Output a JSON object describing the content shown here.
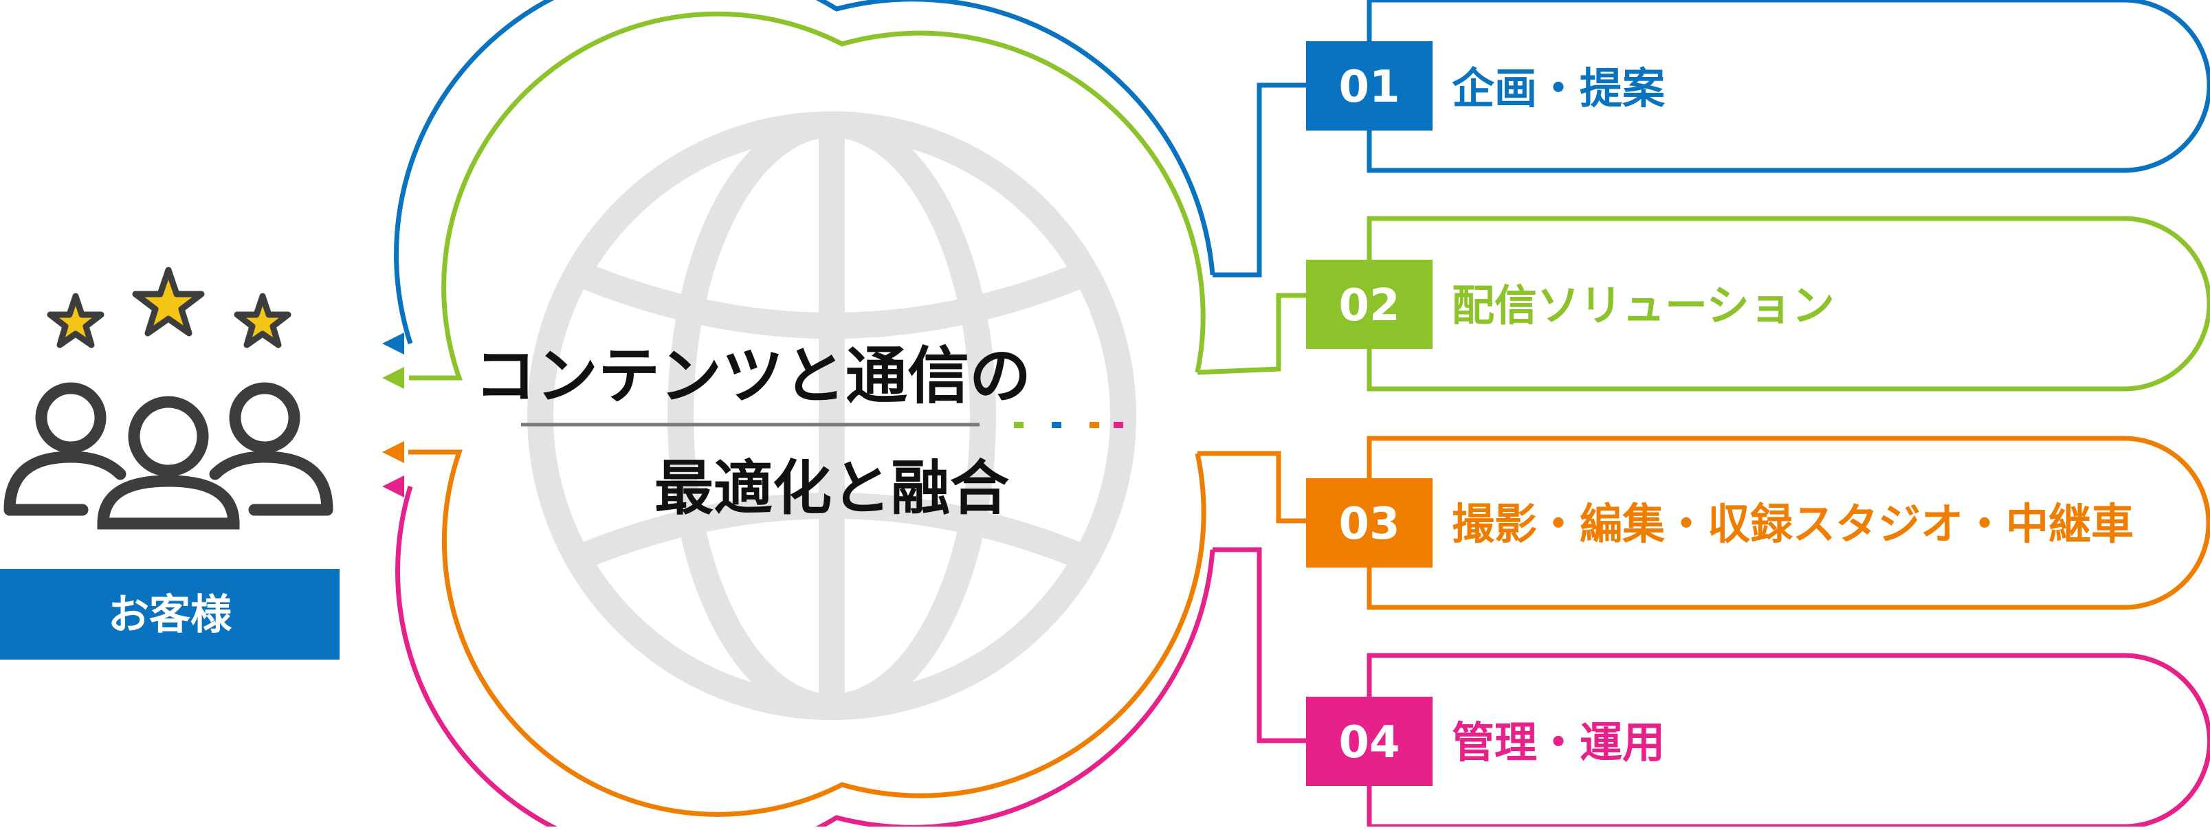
{
  "customer": {
    "label": "お客様"
  },
  "center": {
    "line1": "コンテンツと通信の",
    "line2": "最適化と融合"
  },
  "services": [
    {
      "num": "01",
      "label": "企画・提案",
      "color": "#0a73c0"
    },
    {
      "num": "02",
      "label": "配信ソリューション",
      "color": "#8cc22a"
    },
    {
      "num": "03",
      "label": "撮影・編集・収録スタジオ・中継車",
      "color": "#ef7d00"
    },
    {
      "num": "04",
      "label": "管理・運用",
      "color": "#e6228a"
    }
  ],
  "colors": {
    "customer_box": "#0a73c0",
    "globe": "#e3e3e3",
    "star_fill": "#f5c516",
    "icon_stroke": "#3d3d3d",
    "divider": "#7a7a7a"
  },
  "icons": [
    "star-icon",
    "person-icon",
    "globe-icon",
    "arrow-left-icon"
  ]
}
